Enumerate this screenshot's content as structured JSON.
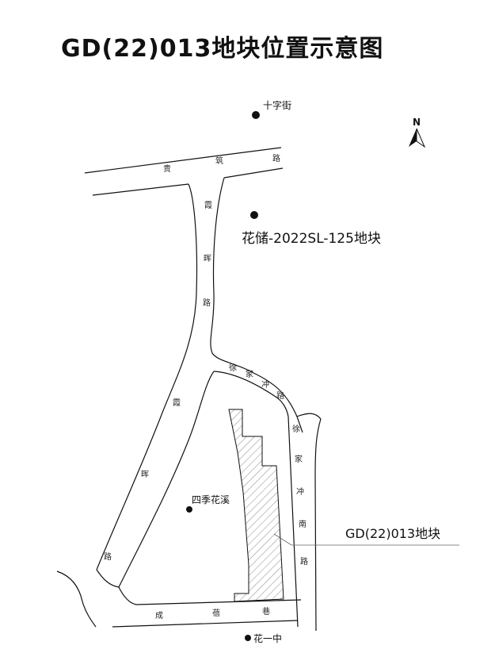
{
  "title": "GD(22)013地块位置示意图",
  "north_label": "N",
  "roads": {
    "guizhu": [
      "贵",
      "筑",
      "路"
    ],
    "xiahui_north": [
      "霞",
      "晖",
      "路"
    ],
    "xiahui_south": [
      "霞",
      "晖",
      "路"
    ],
    "xujiachong": [
      "徐",
      "家",
      "冲",
      "路"
    ],
    "xujiachong_south": [
      "徐",
      "家",
      "冲",
      "南",
      "路"
    ],
    "chengqiao": [
      "成",
      "蓓",
      "巷"
    ]
  },
  "pois": {
    "shizijie": "十字街",
    "huachu": "花储-2022SL-125地块",
    "sijihuaxi": "四季花溪",
    "huayizhong": "花一中"
  },
  "callout_label": "GD(22)013地块",
  "colors": {
    "road": "#111111",
    "hatch": "#888888"
  }
}
